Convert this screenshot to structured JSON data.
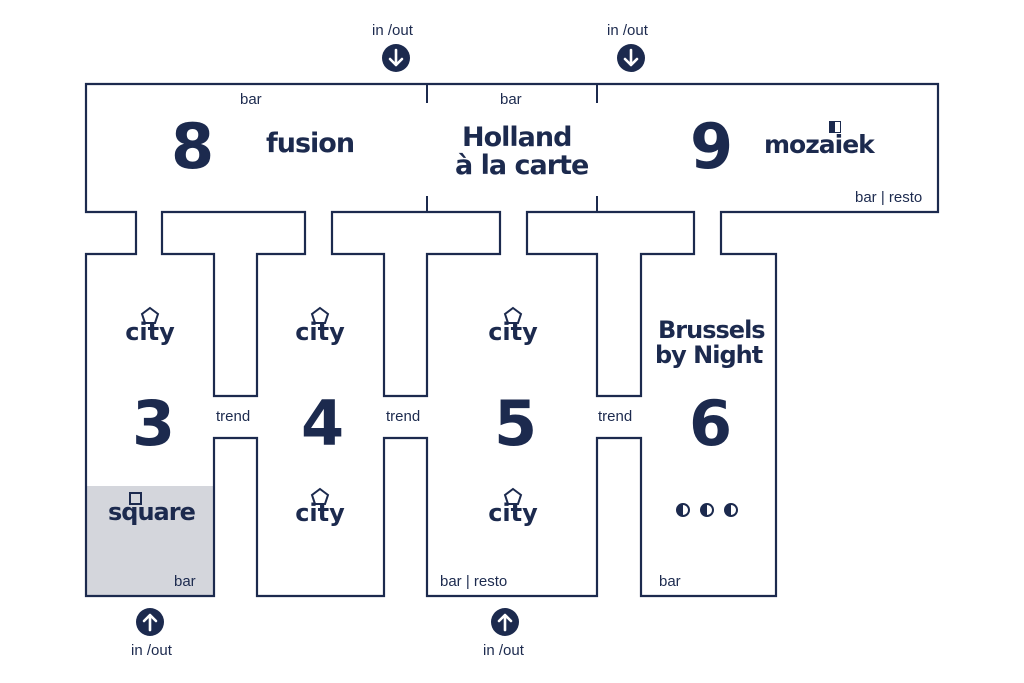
{
  "entrances": {
    "top_left": "in /out",
    "top_right": "in /out",
    "bottom_left": "in /out",
    "bottom_right": "in /out"
  },
  "top_row": {
    "hall8": {
      "number": "8",
      "brand": "fusion",
      "label": "bar"
    },
    "center": {
      "brand_line1": "Holland",
      "brand_line2": "à la carte",
      "label": "bar"
    },
    "hall9": {
      "number": "9",
      "brand": "mozaiek",
      "label": "bar | resto"
    }
  },
  "halls": {
    "hall3": {
      "number": "3",
      "brand_top": "city",
      "brand_bottom": "square",
      "label": "bar"
    },
    "hall4": {
      "number": "4",
      "brand_top": "city",
      "brand_bottom": "city"
    },
    "hall5": {
      "number": "5",
      "brand_top": "city",
      "brand_bottom": "city",
      "label": "bar | resto"
    },
    "hall6": {
      "number": "6",
      "brand_line1": "Brussels",
      "brand_line2": "by Night",
      "label": "bar"
    }
  },
  "connectors": {
    "c34": "trend",
    "c45": "trend",
    "c56": "trend"
  },
  "colors": {
    "ink": "#1c2a4e",
    "square_fill": "#d4d6dc",
    "background": "#ffffff"
  }
}
